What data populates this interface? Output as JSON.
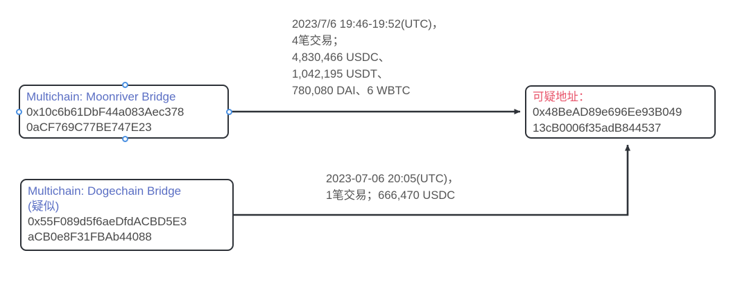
{
  "diagram": {
    "type": "flow-diagram",
    "background_color": "#ffffff",
    "node_border_color": "#2e3238",
    "title_color": "#5b6fc4",
    "alert_color": "#e8546a",
    "text_color": "#4a4a4a",
    "edge_color": "#2e3238",
    "handle_color": "#4a90e2"
  },
  "nodes": {
    "moonriver": {
      "title": "Multichain: Moonriver Bridge",
      "address_line1": "0x10c6b61DbF44a083Aec378",
      "address_line2": "0aCF769C77BE747E23"
    },
    "dogechain": {
      "title": "Multichain: Dogechain Bridge",
      "title_sub": "(疑似)",
      "address_line1": "0x55F089d5f6aeDfdACBD5E3",
      "address_line2": "aCB0e8F31FBAb44088"
    },
    "suspect": {
      "title": "可疑地址：",
      "address_line1": "0x48BeAD89e696Ee93B049",
      "address_line2": "13cB0006f35adB844537"
    }
  },
  "edges": {
    "moonriver_to_suspect": {
      "label_line1": "2023/7/6 19:46-19:52(UTC)，",
      "label_line2": "4笔交易；",
      "label_line3": "4,830,466 USDC、",
      "label_line4": "1,042,195 USDT、",
      "label_line5": "780,080 DAI、6 WBTC"
    },
    "dogechain_to_suspect": {
      "label_line1": "2023-07-06 20:05(UTC)，",
      "label_line2": "1笔交易；666,470 USDC"
    }
  }
}
